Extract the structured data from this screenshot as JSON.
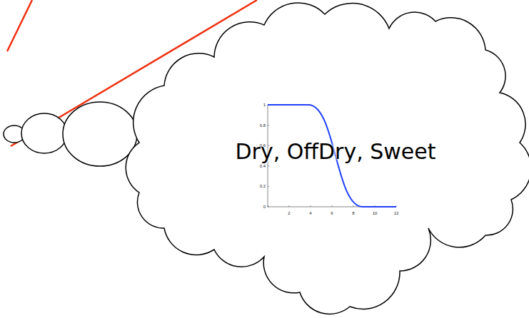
{
  "diagram": {
    "nodes": [
      {
        "text": [
          "Dry, OffDry, Sweet"
        ]
      }
    ],
    "labels": [
      "1",
      "0.8",
      "0.6",
      "0.4",
      "0.2",
      "0",
      "2",
      "4",
      "6",
      "8",
      "10",
      "12"
    ]
  }
}
